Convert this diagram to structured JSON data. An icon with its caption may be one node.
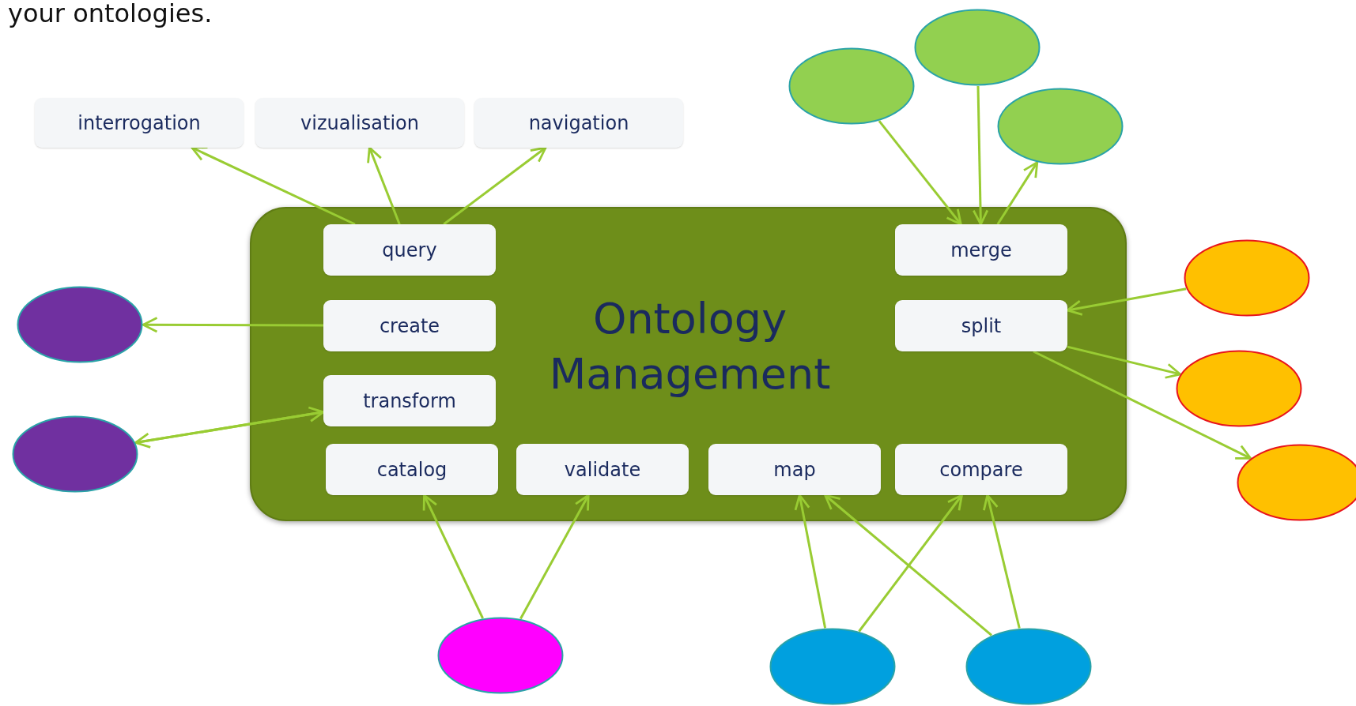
{
  "diagram": {
    "nodes": [
      {
        "text": [
          "interrogation"
        ]
      },
      {
        "text": [
          "vizualisation"
        ]
      },
      {
        "text": [
          "navigation"
        ]
      },
      {
        "text": [],
        "shape": "ellipse"
      },
      {
        "text": [],
        "shape": "ellipse"
      },
      {
        "text": [],
        "shape": "ellipse"
      },
      {
        "text": [
          "Ontology Management"
        ]
      },
      {
        "text": [
          "query"
        ],
        "in": 6
      },
      {
        "text": [
          "create"
        ],
        "in": 6
      },
      {
        "text": [
          "transform"
        ],
        "in": 6
      },
      {
        "text": [
          "catalog"
        ],
        "in": 6
      },
      {
        "text": [
          "validate"
        ],
        "in": 6
      },
      {
        "text": [
          "map"
        ],
        "in": 6
      },
      {
        "text": [
          "compare"
        ],
        "in": 6
      },
      {
        "text": [
          "merge"
        ],
        "in": 6
      },
      {
        "text": [
          "split"
        ],
        "in": 6
      },
      {
        "text": [],
        "shape": "ellipse"
      },
      {
        "text": [],
        "shape": "ellipse"
      },
      {
        "text": [],
        "shape": "ellipse"
      },
      {
        "text": [],
        "shape": "ellipse"
      },
      {
        "text": [],
        "shape": "ellipse"
      },
      {
        "text": [],
        "shape": "ellipse"
      },
      {
        "text": [],
        "shape": "ellipse"
      },
      {
        "text": [],
        "shape": "ellipse"
      }
    ],
    "edges": [
      {
        "from": 7,
        "to": 0,
        "arrow": "to"
      },
      {
        "from": 7,
        "to": 1,
        "arrow": "to"
      },
      {
        "from": 7,
        "to": 2,
        "arrow": "to"
      },
      {
        "from": 3,
        "to": 14,
        "arrow": "to"
      },
      {
        "from": 4,
        "to": 14,
        "arrow": "to"
      },
      {
        "from": 14,
        "to": 5,
        "arrow": "to"
      },
      {
        "from": 8,
        "to": 16,
        "arrow": "to"
      },
      {
        "from": 17,
        "to": 9,
        "arrow": "to"
      },
      {
        "from": 9,
        "to": 17,
        "arrow": "to"
      },
      {
        "from": 18,
        "to": 15,
        "arrow": "to"
      },
      {
        "from": 15,
        "to": 19,
        "arrow": "to"
      },
      {
        "from": 15,
        "to": 20,
        "arrow": "to"
      },
      {
        "from": 21,
        "to": 10,
        "arrow": "to"
      },
      {
        "from": 21,
        "to": 11,
        "arrow": "to"
      },
      {
        "from": 22,
        "to": 12,
        "arrow": "to"
      },
      {
        "from": 22,
        "to": 13,
        "arrow": "to"
      },
      {
        "from": 23,
        "to": 12,
        "arrow": "to"
      },
      {
        "from": 23,
        "to": 13,
        "arrow": "to"
      }
    ],
    "labels": [
      "your ontologies."
    ]
  }
}
